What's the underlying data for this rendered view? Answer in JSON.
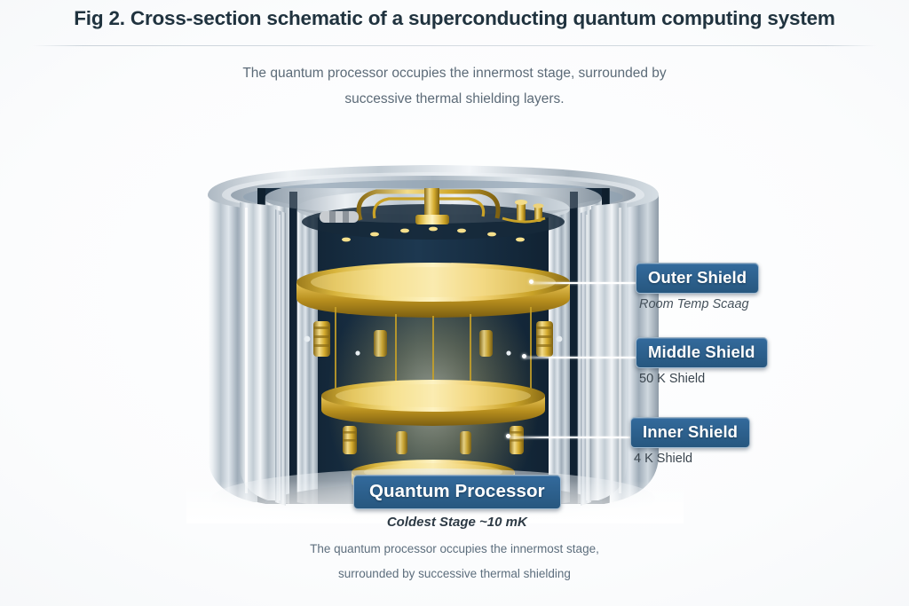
{
  "figure": {
    "number": "Fig 2.",
    "title": "Cross-section schematic of a superconducting quantum computing system",
    "subtitle_line1": "The quantum processor occupies the innermost stage, surrounded by",
    "subtitle_line2": "successive thermal shielding layers.",
    "caption_line1": "The quantum processor occupies the innermost stage,",
    "caption_line2": "surrounded by successive thermal shielding"
  },
  "colors": {
    "badge_blue": "#27577f",
    "badge_blue_light": "#336a9c",
    "title_text": "#20333f",
    "body_text": "#5c6b78",
    "gold": "#d4a92a",
    "gold_light": "#f0d878",
    "shell_silver": "#c9d2d8",
    "interior_navy": "#1f3a52",
    "leader_line": "#ffffff"
  },
  "callouts": [
    {
      "id": "outer-shield",
      "label": "Outer Shield",
      "sublabel": "Room Temp Scaag",
      "sublabel_style": "italic"
    },
    {
      "id": "middle-shield",
      "label": "Middle Shield",
      "sublabel": "50 K Shield",
      "sublabel_style": "upright"
    },
    {
      "id": "inner-shield",
      "label": "Inner Shield",
      "sublabel": "4 K Shield",
      "sublabel_style": "upright"
    },
    {
      "id": "quantum-processor",
      "label": "Quantum Processor",
      "sublabel": "Coldest Stage ~10 mK",
      "sublabel_style": "bold-italic"
    }
  ],
  "illustration": {
    "name": "cryostat-cutaway",
    "description": "Cutaway dilution refrigerator: concentric silver cylindrical shields, dark navy interior, stacked gold plates with vertical support rods and coiled wiring."
  }
}
